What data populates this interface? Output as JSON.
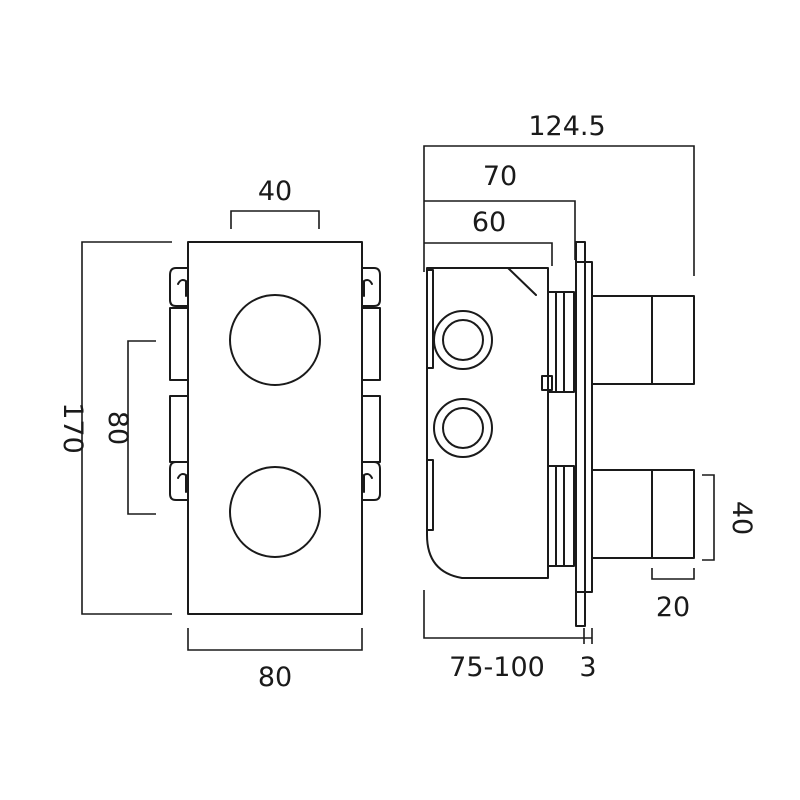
{
  "dimensions": {
    "front_top_width": "40",
    "front_height": "170",
    "front_spacing": "80",
    "front_bottom_width": "80",
    "side_total": "124.5",
    "side_70": "70",
    "side_60": "60",
    "side_handle_height": "40",
    "side_handle_depth": "20",
    "side_depth_range": "75-100",
    "side_plate": "3"
  }
}
